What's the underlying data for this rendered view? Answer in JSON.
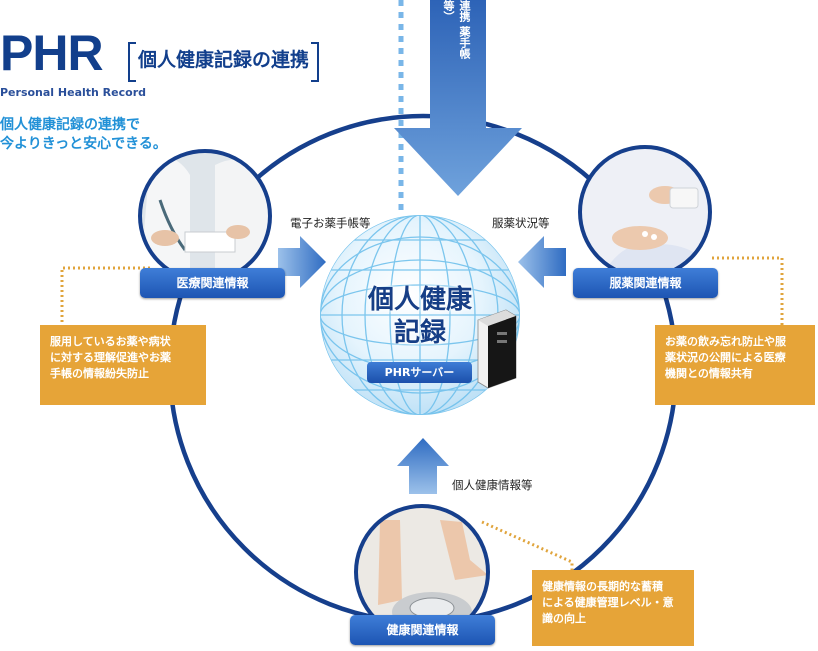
{
  "header": {
    "title": "PHR",
    "subtitle": "個人健康記録の連携",
    "english": "Personal Health Record",
    "tagline_1": "個人健康記録の連携で",
    "tagline_2": "今よりきっと安心できる。"
  },
  "top_arrow_label": "連携 薬手帳等）",
  "center": {
    "title_1": "個人健康",
    "title_2": "記録",
    "server_label": "PHRサーバー"
  },
  "flows": {
    "medical": "電子お薬手帳等",
    "medication": "服薬状況等",
    "health": "個人健康情報等"
  },
  "categories": {
    "medical": "医療関連情報",
    "medication": "服薬関連情報",
    "health": "健康関連情報"
  },
  "notes": {
    "medical": [
      "服用しているお薬や病状",
      "に対する理解促進やお薬",
      "手帳の情報紛失防止"
    ],
    "medication": [
      "お薬の飲み忘れ防止や服",
      "薬状況の公開による医療",
      "機関との情報共有"
    ],
    "health": [
      "健康情報の長期的な蓄積",
      "による健康管理レベル・意",
      "識の向上"
    ]
  },
  "colors": {
    "navy": "#163f8c",
    "accent_blue": "#2291d7",
    "orange": "#e6a438",
    "arrow_blue": "#3f7bc5"
  }
}
